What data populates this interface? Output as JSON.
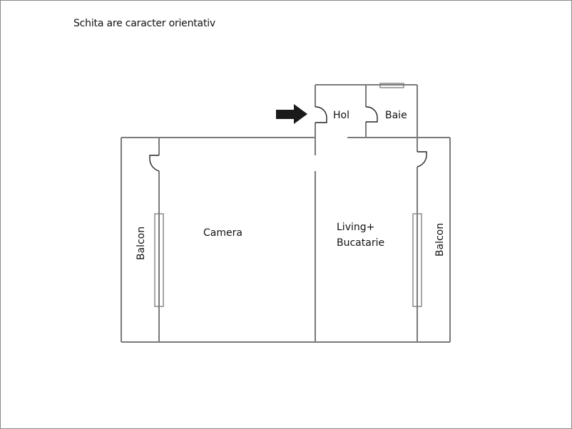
{
  "caption": "Schita are caracter orientativ",
  "colors": {
    "wall": "#7a7a7a",
    "door": "#222222",
    "arrow": "#1a1a1a",
    "text": "#111111",
    "frame": "#8a8a8a"
  },
  "rooms": {
    "hol": "Hol",
    "baie": "Baie",
    "camera": "Camera",
    "living_line1": "Living+",
    "living_line2": "Bucatarie",
    "balcon_left": "Balcon",
    "balcon_right": "Balcon"
  },
  "icons": {
    "entrance_arrow": "arrow-right-icon"
  }
}
